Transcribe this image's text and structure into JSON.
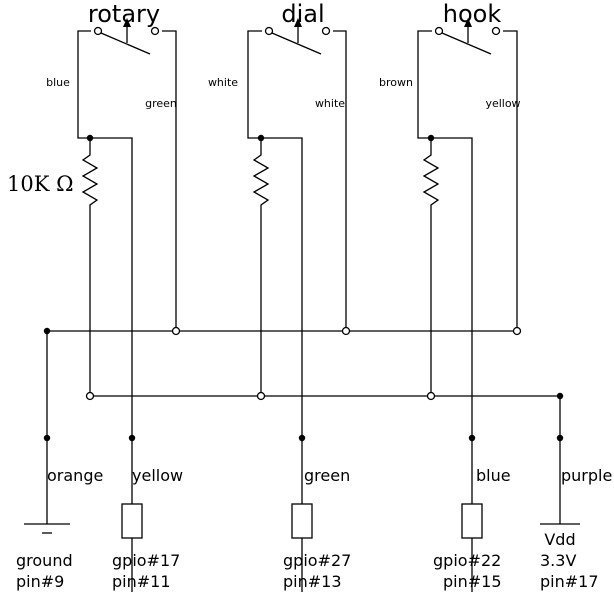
{
  "switches": [
    {
      "title": "rotary",
      "left_wire": "blue",
      "right_wire": "green"
    },
    {
      "title": "dial",
      "left_wire": "white",
      "right_wire": "white"
    },
    {
      "title": "hook",
      "left_wire": "brown",
      "right_wire": "yellow"
    }
  ],
  "resistor_value": "10K Ω",
  "connections": {
    "ground": {
      "wire_color": "orange",
      "line1": "ground",
      "line2": "pin#9"
    },
    "gpio17": {
      "wire_color": "yellow",
      "line1": "gpio#17",
      "line2": "pin#11"
    },
    "gpio27": {
      "wire_color": "green",
      "line1": "gpio#27",
      "line2": "pin#13"
    },
    "gpio22": {
      "wire_color": "blue",
      "line1": "gpio#22",
      "line2": "pin#15"
    },
    "vdd": {
      "wire_color": "purple",
      "symbol": "Vdd",
      "line1": "3.3V",
      "line2": "pin#17"
    }
  },
  "colors": {
    "ink": "#000000",
    "background": "#ffffff"
  }
}
